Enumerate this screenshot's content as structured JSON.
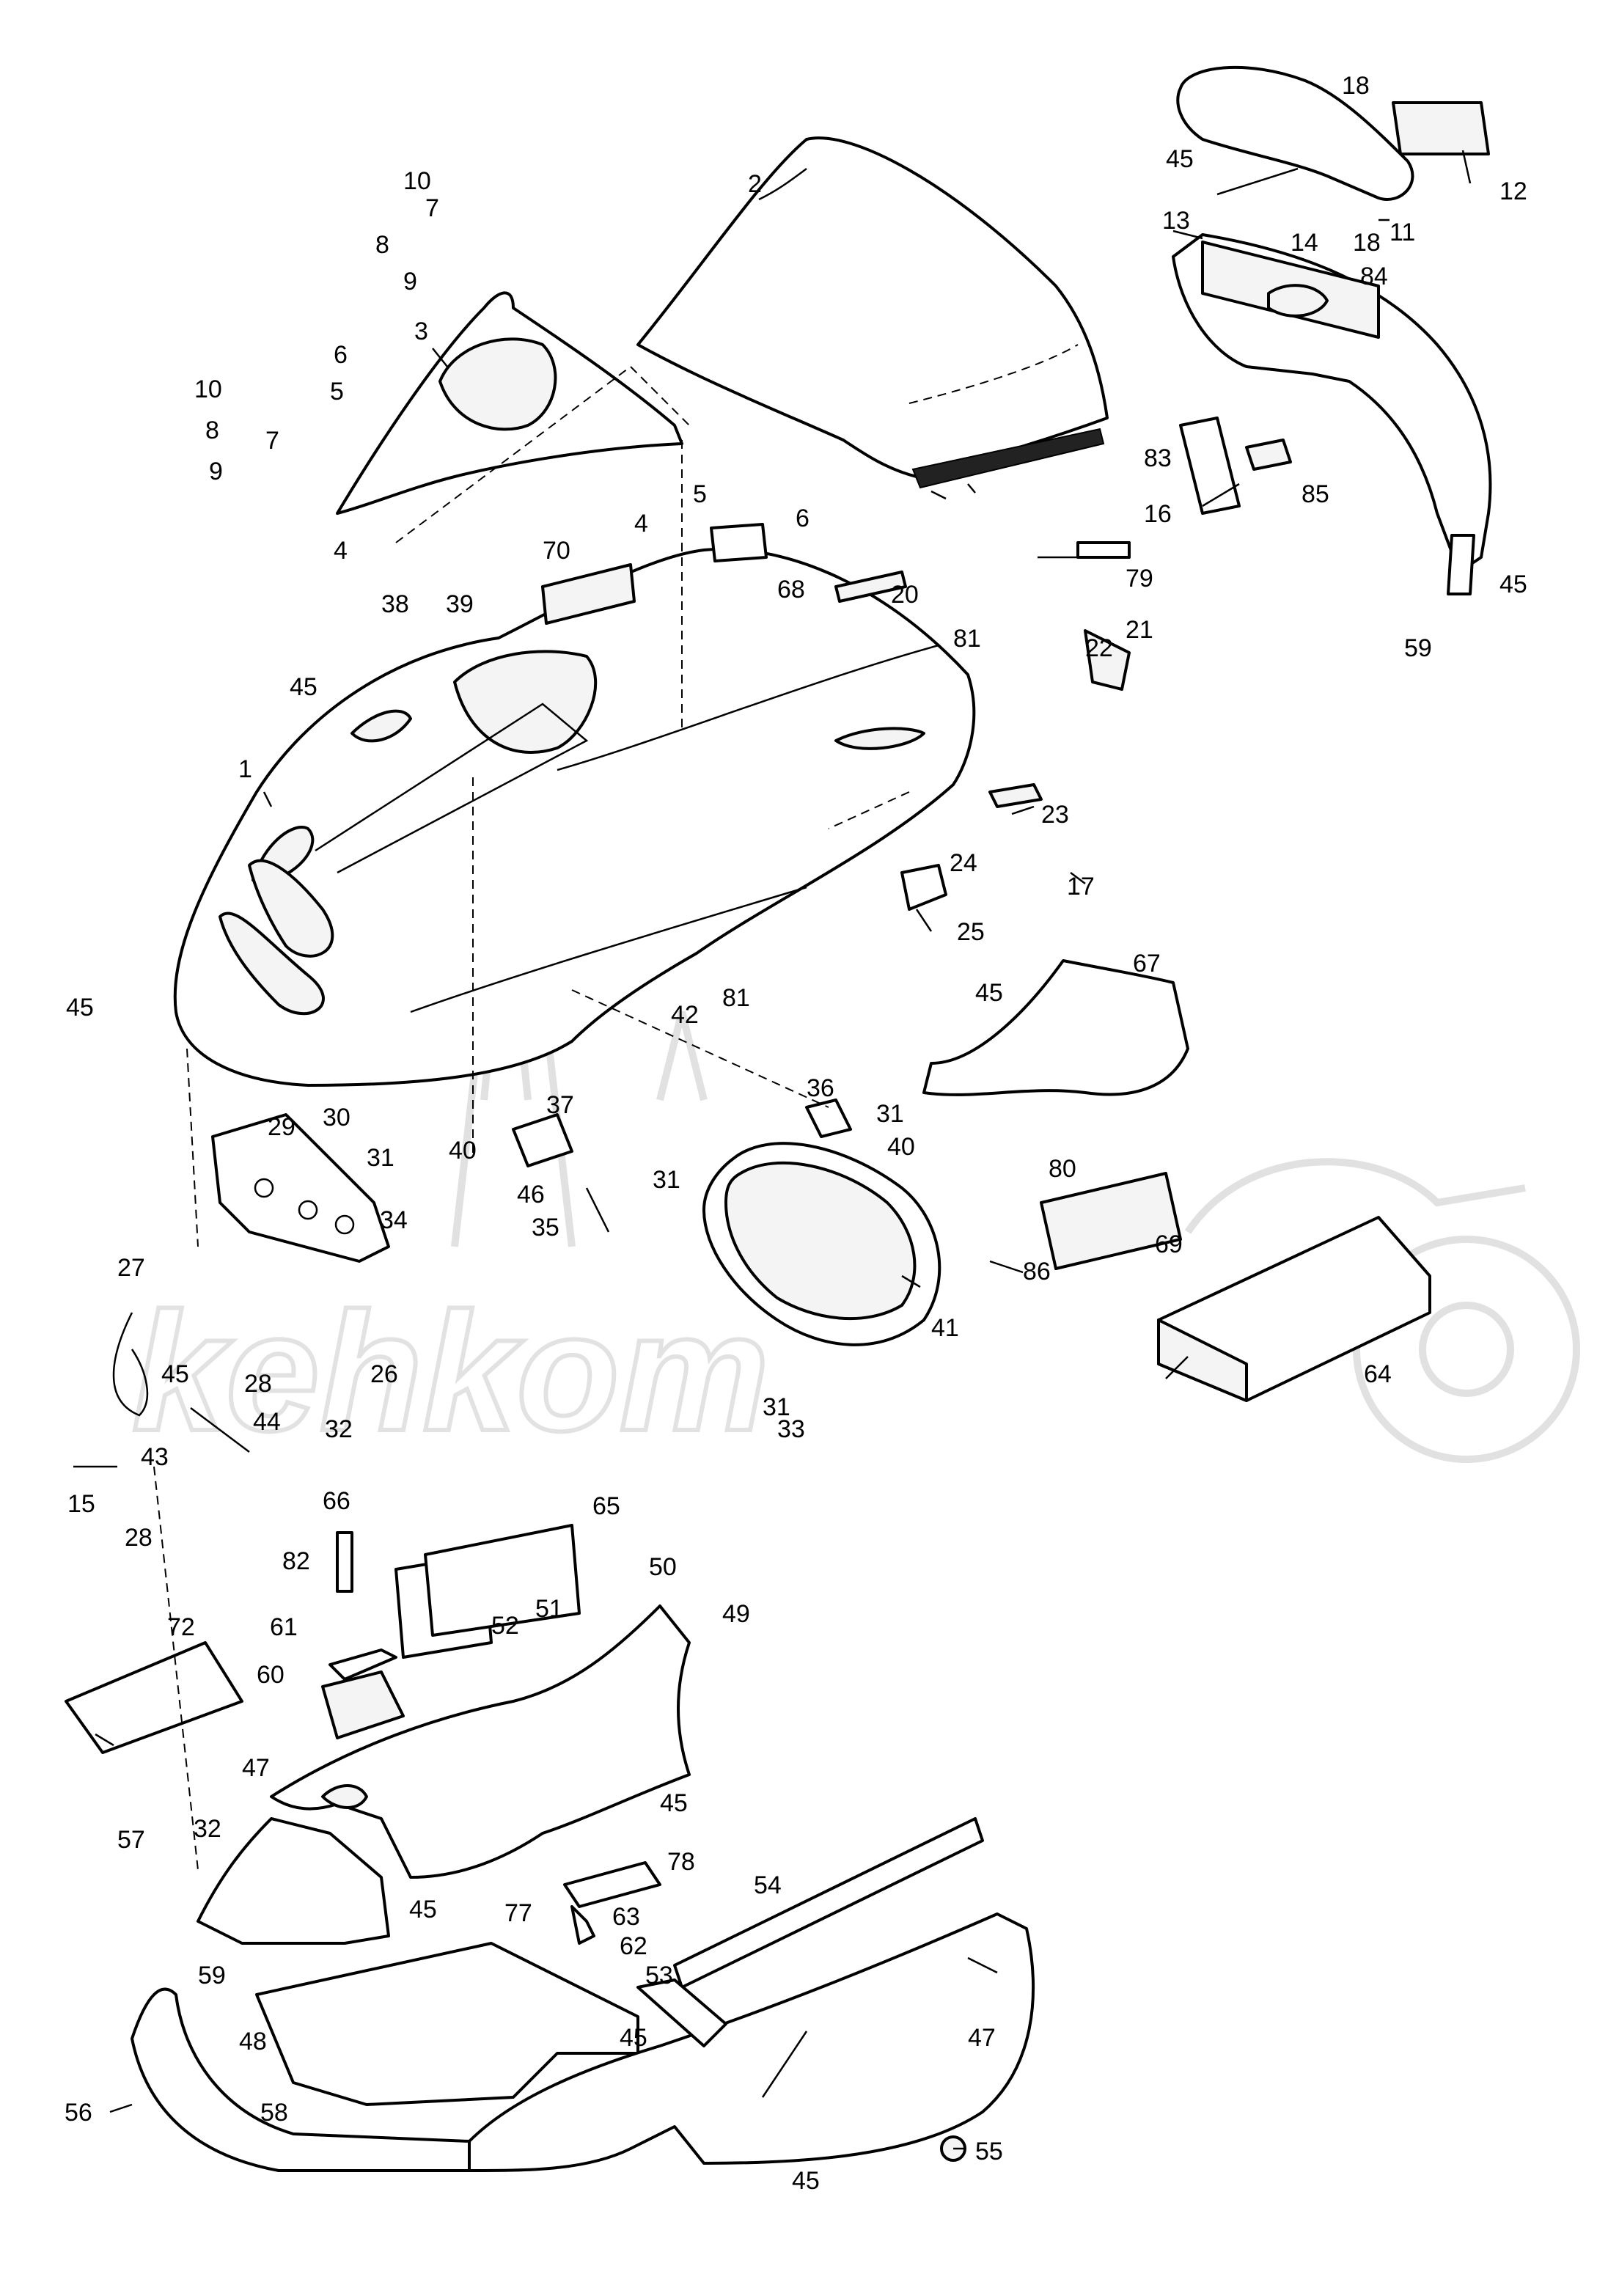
{
  "diagram": {
    "watermark": "kehkom",
    "callouts": {
      "c1": "1",
      "c2": "2",
      "c3": "3",
      "c4a": "4",
      "c4b": "4",
      "c5a": "5",
      "c5b": "5",
      "c6a": "6",
      "c6b": "6",
      "c7a": "7",
      "c7b": "7",
      "c8a": "8",
      "c8b": "8",
      "c9a": "9",
      "c9b": "9",
      "c10a": "10",
      "c10b": "10",
      "c11": "11",
      "c12": "12",
      "c13": "13",
      "c14": "14",
      "c15": "15",
      "c16": "16",
      "c17": "17",
      "c18a": "18",
      "c18b": "18",
      "c20": "20",
      "c21": "21",
      "c22": "22",
      "c23": "23",
      "c24": "24",
      "c25": "25",
      "c26": "26",
      "c27": "27",
      "c28a": "28",
      "c28b": "28",
      "c29": "29",
      "c30": "30",
      "c31a": "31",
      "c31b": "31",
      "c31c": "31",
      "c31d": "31",
      "c32a": "32",
      "c32b": "32",
      "c33": "33",
      "c34": "34",
      "c35": "35",
      "c36": "36",
      "c37": "37",
      "c38": "38",
      "c39": "39",
      "c40a": "40",
      "c40b": "40",
      "c41": "41",
      "c42": "42",
      "c43": "43",
      "c44": "44",
      "c45a": "45",
      "c45b": "45",
      "c45c": "45",
      "c45d": "45",
      "c45e": "45",
      "c45f": "45",
      "c45g": "45",
      "c45h": "45",
      "c45i": "45",
      "c45j": "45",
      "c46": "46",
      "c47a": "47",
      "c47b": "47",
      "c48": "48",
      "c49": "49",
      "c50": "50",
      "c51": "51",
      "c52": "52",
      "c53": "53",
      "c54": "54",
      "c55": "55",
      "c56": "56",
      "c57": "57",
      "c58": "58",
      "c59a": "59",
      "c59b": "59",
      "c60": "60",
      "c61": "61",
      "c62": "62",
      "c63": "63",
      "c64": "64",
      "c65": "65",
      "c66": "66",
      "c67": "67",
      "c68": "68",
      "c69": "69",
      "c70": "70",
      "c72": "72",
      "c77": "77",
      "c78": "78",
      "c79": "79",
      "c80": "80",
      "c81a": "81",
      "c81b": "81",
      "c82": "82",
      "c83": "83",
      "c84": "84",
      "c85": "85",
      "c86": "86"
    }
  }
}
